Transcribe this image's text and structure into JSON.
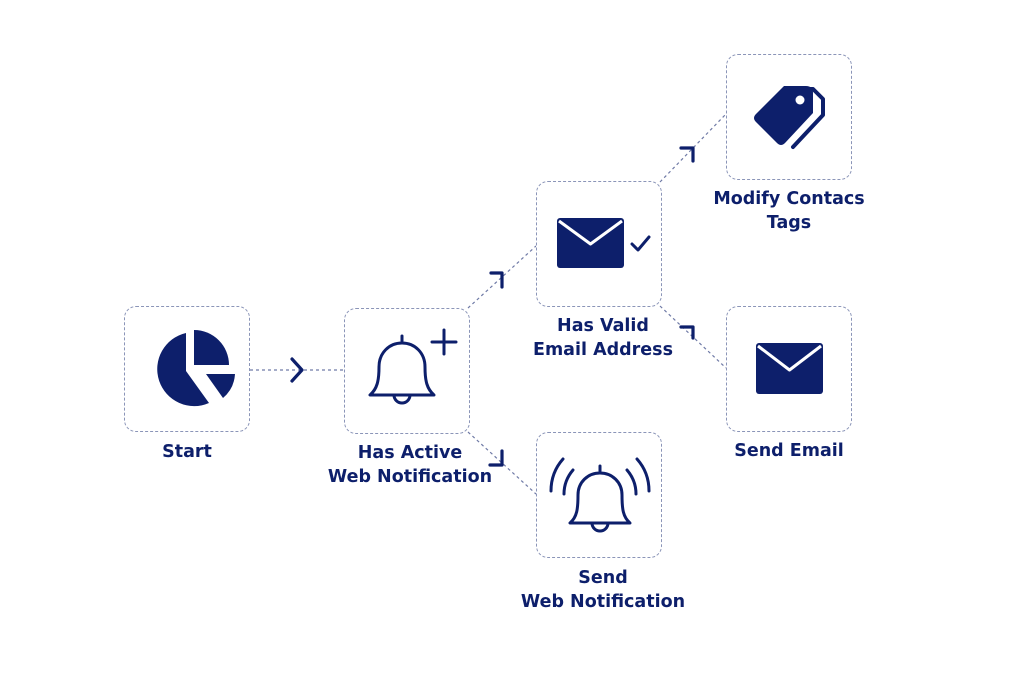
{
  "diagram": {
    "nodes": [
      {
        "id": "start",
        "icon": "pie-chart-icon",
        "label_lines": [
          "Start"
        ]
      },
      {
        "id": "has-active-web-notification",
        "icon": "bell-plus-icon",
        "label_lines": [
          "Has Active",
          "Web Notification"
        ]
      },
      {
        "id": "has-valid-email-address",
        "icon": "envelope-check-icon",
        "label_lines": [
          "Has Valid",
          "Email Address"
        ]
      },
      {
        "id": "send-web-notification",
        "icon": "ringing-bell-icon",
        "label_lines": [
          "Send",
          "Web Notification"
        ]
      },
      {
        "id": "modify-contacs-tags",
        "icon": "tags-icon",
        "label_lines": [
          "Modify Contacs",
          "Tags"
        ]
      },
      {
        "id": "send-email",
        "icon": "envelope-icon",
        "label_lines": [
          "Send Email"
        ]
      }
    ],
    "edges": [
      {
        "from": "start",
        "to": "has-active-web-notification"
      },
      {
        "from": "has-active-web-notification",
        "to": "has-valid-email-address"
      },
      {
        "from": "has-active-web-notification",
        "to": "send-web-notification"
      },
      {
        "from": "has-valid-email-address",
        "to": "modify-contacs-tags"
      },
      {
        "from": "has-valid-email-address",
        "to": "send-email"
      }
    ],
    "colors": {
      "primary": "#0d1f6b",
      "border": "#8b95b8"
    }
  }
}
